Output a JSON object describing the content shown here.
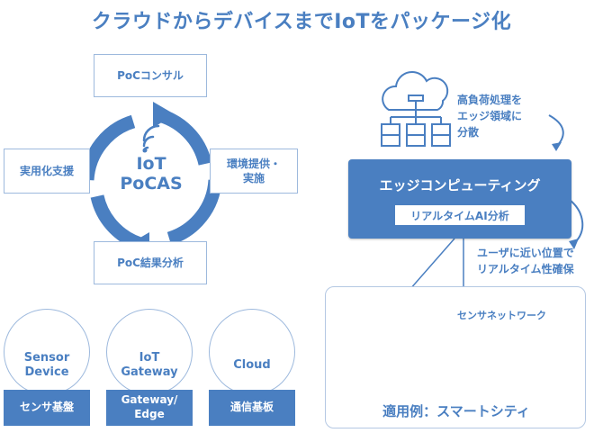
{
  "title": "クラウドからデバイスまでIoTをパッケージ化",
  "cycle": {
    "center_line1": "IoT",
    "center_line2": "PoCAS",
    "top": "PoCコンサル",
    "right": "環境提供・\n実施",
    "bottom": "PoC結果分析",
    "left": "実用化支援"
  },
  "cloud_note": "高負荷処理を\nエッジ領域に\n分散",
  "edge": {
    "title": "エッジコンピューティング",
    "sub": "リアルタイムAI分析"
  },
  "realtime_note": "ユーザに近い位置で\nリアルタイム性確保",
  "city": {
    "network_label": "センサネットワーク",
    "caption": "適用例：スマートシティ"
  },
  "devices": [
    {
      "label": "Sensor\nDevice",
      "bar": "センサ基盤"
    },
    {
      "label": "IoT\nGateway",
      "bar": "Gateway/\nEdge"
    },
    {
      "label": "Cloud",
      "bar": "通信基板"
    }
  ],
  "colors": {
    "primary": "#4a7fc1",
    "border": "#9db9dd"
  }
}
